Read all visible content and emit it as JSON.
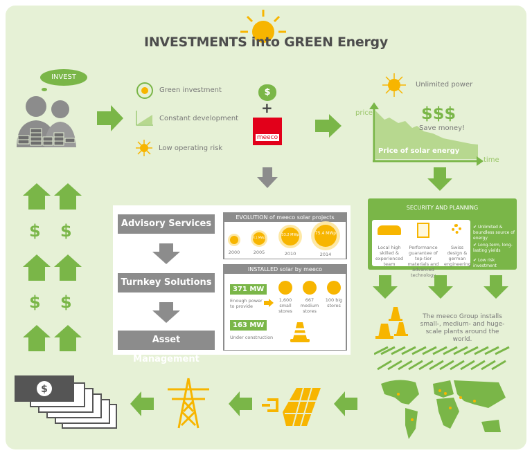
{
  "title": "INVESTMENTS into GREEN Energy",
  "invest_bubble": "INVEST",
  "benefits": [
    {
      "icon": "green-cycle-icon",
      "label": "Green investment"
    },
    {
      "icon": "growth-chart-icon",
      "label": "Constant development"
    },
    {
      "icon": "sun-icon",
      "label": "Low operating risk"
    }
  ],
  "money_bag_symbol": "$",
  "plus": "+",
  "brand": "meeco",
  "solar": {
    "unlimited": "Unlimited power",
    "dollars": "$$$",
    "save": "Save money!",
    "y_label": "price",
    "x_label": "time",
    "area_label": "Price of solar energy"
  },
  "security": {
    "title": "SECURITY AND PLANNING",
    "items": [
      "Local high skilled & experienced team",
      "Performance guarantee of top-tier materials and advanced technology",
      "Swiss design & german engineering"
    ],
    "checks": [
      "Unlimited & boundless source of energy",
      "Long-term, long-lasting yields",
      "Low risk investment"
    ]
  },
  "group_text": "The meeco Group installs small-, medium- and huge-scale plants around the world.",
  "services": [
    "Advisory Services",
    "Turnkey Solutions",
    "Asset Management"
  ],
  "evolution": {
    "title": "EVOLUTION of meeco solar projects",
    "years": [
      {
        "year": "2000",
        "label": ""
      },
      {
        "year": "2005",
        "label": "4.1 MWp"
      },
      {
        "year": "2010",
        "label": "33.2 MWp"
      },
      {
        "year": "2014",
        "label": "75.4 MWp"
      }
    ]
  },
  "installed": {
    "title": "INSTALLED solar by meeco",
    "mw": "371 MW",
    "mw_desc": "Enough power to provide",
    "stores": [
      {
        "icon": "house-icon",
        "text": "1,600 small stores"
      },
      {
        "icon": "building-icon",
        "text": "667 medium stores"
      },
      {
        "icon": "factory-icon",
        "text": "100 big stores"
      }
    ],
    "construction_mw": "163 MW",
    "construction_desc": "Under construction"
  },
  "dollar": "$",
  "colors": {
    "green": "#7ab648",
    "sun": "#f7b500",
    "grey": "#8c8c8c",
    "red": "#e2001a",
    "bg": "#e6f1d6"
  }
}
